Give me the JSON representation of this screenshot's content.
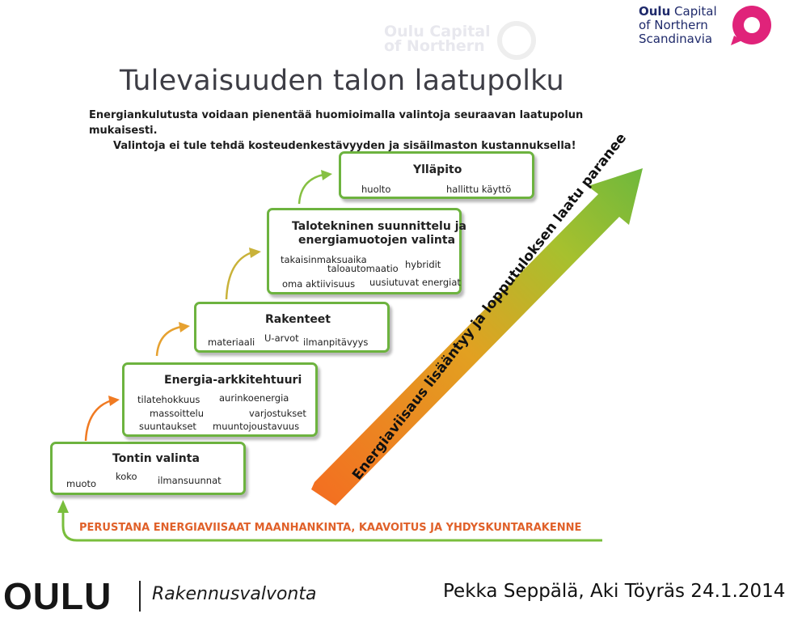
{
  "header": {
    "logo_line1_bold": "Oulu",
    "logo_line1_rest": "Capital",
    "logo_line2": "of Northern",
    "logo_line3": "Scandinavia",
    "logo_color": "#1f2a6b",
    "logo_mark_color": "#e0237a"
  },
  "watermark": {
    "line1": "Oulu Capital",
    "line2": "of Northern"
  },
  "title": "Tulevaisuuden talon laatupolku",
  "subtitle": {
    "line1": "Energiankulutusta voidaan pienentää huomioimalla valintoja seuraavan laatupolun mukaisesti.",
    "line2": "Valintoja ei tule tehdä kosteudenkestävyyden ja sisäilmaston kustannuksella!"
  },
  "steps": [
    {
      "id": "tontin-valinta",
      "title": "Tontin valinta",
      "keywords": [
        "muoto",
        "koko",
        "ilmansuunnat"
      ]
    },
    {
      "id": "energia-arkkitehtuuri",
      "title": "Energia-arkkitehtuuri",
      "keywords": [
        "tilatehokkuus",
        "aurinkoenergia",
        "massoittelu",
        "varjostukset",
        "suuntaukset",
        "muuntojoustavuus"
      ]
    },
    {
      "id": "rakenteet",
      "title": "Rakenteet",
      "keywords": [
        "materiaali",
        "U-arvot",
        "ilmanpitävyys"
      ]
    },
    {
      "id": "talotekninen",
      "title_line1": "Talotekninen suunnittelu ja",
      "title_line2": "energiamuotojen valinta",
      "keywords": [
        "takaisinmaksuaika",
        "taloautomaatio",
        "hybridit",
        "oma aktiivisuus",
        "uusiutuvat energiat"
      ]
    },
    {
      "id": "yllapito",
      "title": "Ylläpito",
      "keywords": [
        "huolto",
        "hallittu käyttö"
      ]
    }
  ],
  "diagonal_label": "Energiaviisaus lisääntyy ja lopputuloksen laatu paranee",
  "foundation": "PERUSTANA ENERGIAVIISAAT  MAANHANKINTA, KAAVOITUS JA YHDYSKUNTARAKENNE",
  "colors": {
    "box_border": "#6db33f",
    "arrow_orange": "#f07a22",
    "arrow_yellow": "#d3a82a",
    "arrow_green": "#7ec13f",
    "foundation_text": "#e0612a"
  },
  "footer": {
    "city_logo": "OULU",
    "department": "Rakennusvalvonta",
    "authors": "Pekka Seppälä, Aki Töyräs 24.1.2014"
  }
}
